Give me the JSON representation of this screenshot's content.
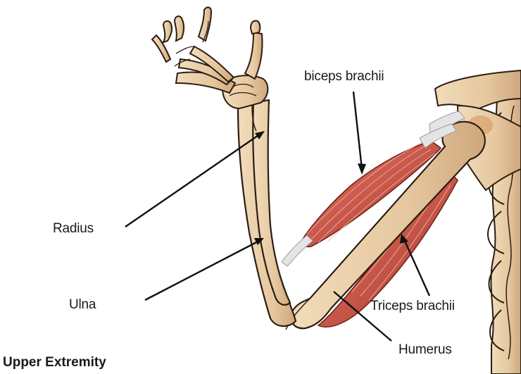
{
  "labels": {
    "biceps": "biceps brachii",
    "radius": "Radius",
    "ulna": "Ulna",
    "triceps": "Triceps brachii",
    "humerus": "Humerus"
  },
  "caption": "Upper Extremity",
  "colors": {
    "bone": "#ead0a9",
    "bone_outline": "#2b1d12",
    "bone_shade": "#c9a27a",
    "muscle": "#c8584a",
    "muscle_dark": "#8e2e25",
    "tendon": "#dcdcdc",
    "leader": "#111111"
  }
}
